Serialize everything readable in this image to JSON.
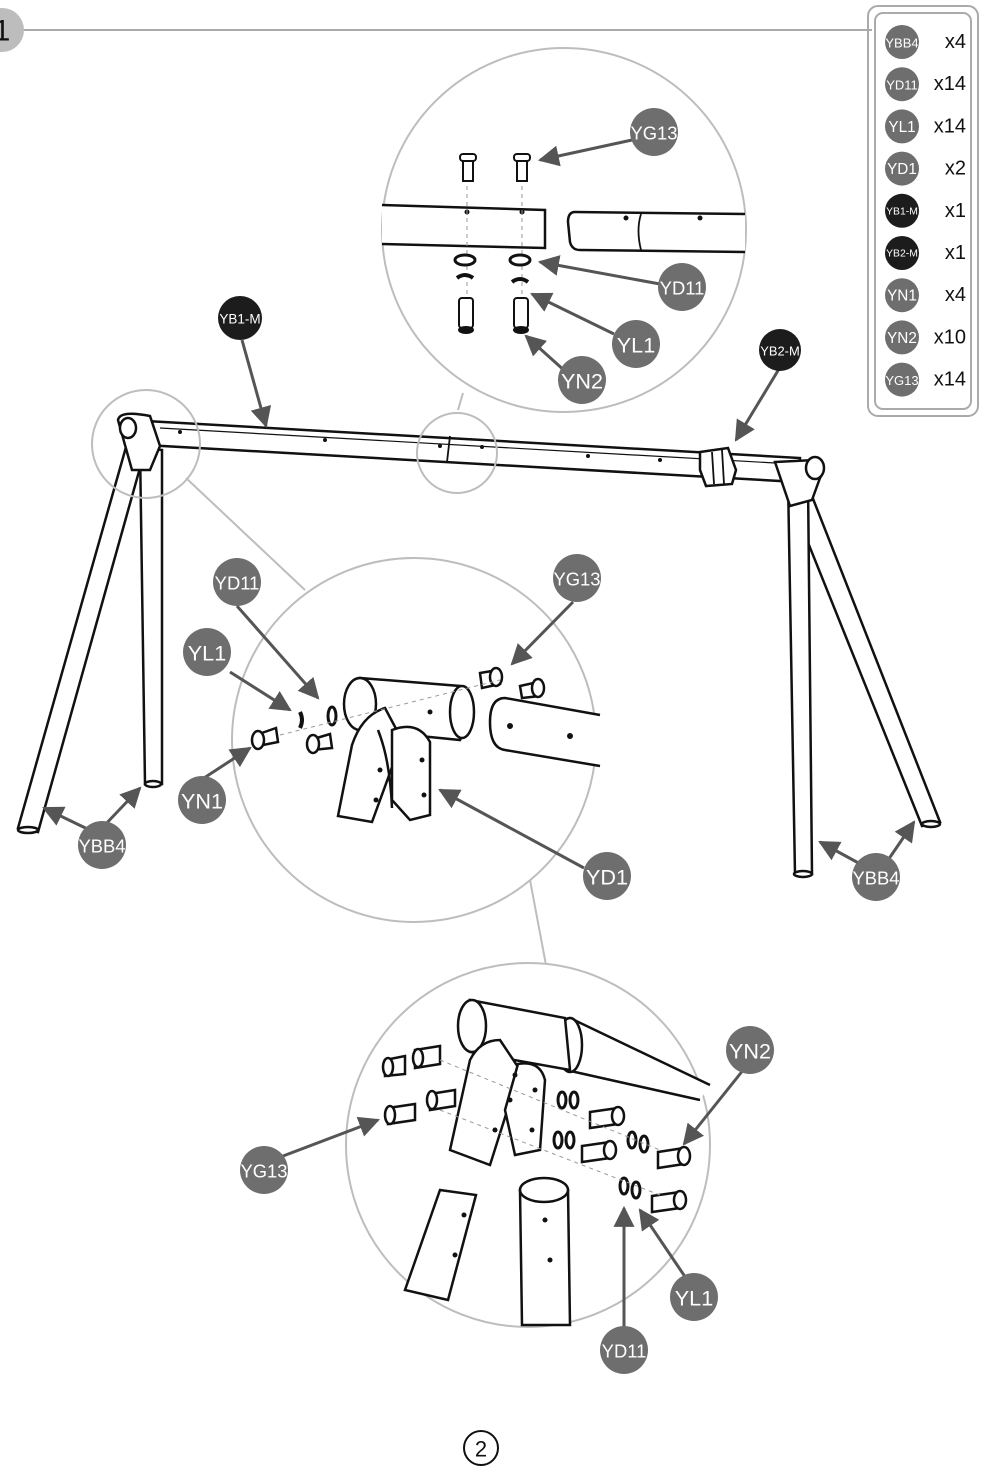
{
  "step_number": "1",
  "page_number": "2",
  "legend": [
    {
      "code": "YBB4",
      "qty": "x4",
      "dark": false
    },
    {
      "code": "YD11",
      "qty": "x14",
      "dark": false
    },
    {
      "code": "YL1",
      "qty": "x14",
      "dark": false
    },
    {
      "code": "YD1",
      "qty": "x2",
      "dark": false
    },
    {
      "code": "YB1-M",
      "qty": "x1",
      "dark": true
    },
    {
      "code": "YB2-M",
      "qty": "x1",
      "dark": true
    },
    {
      "code": "YN1",
      "qty": "x4",
      "dark": false
    },
    {
      "code": "YN2",
      "qty": "x10",
      "dark": false
    },
    {
      "code": "YG13",
      "qty": "x14",
      "dark": false
    }
  ],
  "callouts": {
    "top_yg13": "YG13",
    "top_yd11": "YD11",
    "top_yl1": "YL1",
    "top_yn2": "YN2",
    "beam_yb1m": "YB1-M",
    "beam_yb2m": "YB2-M",
    "mid_yd11": "YD11",
    "mid_yg13": "YG13",
    "mid_yl1": "YL1",
    "mid_yn1": "YN1",
    "mid_yd1": "YD1",
    "leg_left_ybb4": "YBB4",
    "leg_right_ybb4": "YBB4",
    "bot_yn2": "YN2",
    "bot_yg13": "YG13",
    "bot_yl1": "YL1",
    "bot_yd11": "YD11"
  },
  "colors": {
    "badge_gray": "#6e6e6e",
    "badge_dark": "#1c1c1c",
    "line": "#111111",
    "detail_circle": "#bdbdbd"
  }
}
